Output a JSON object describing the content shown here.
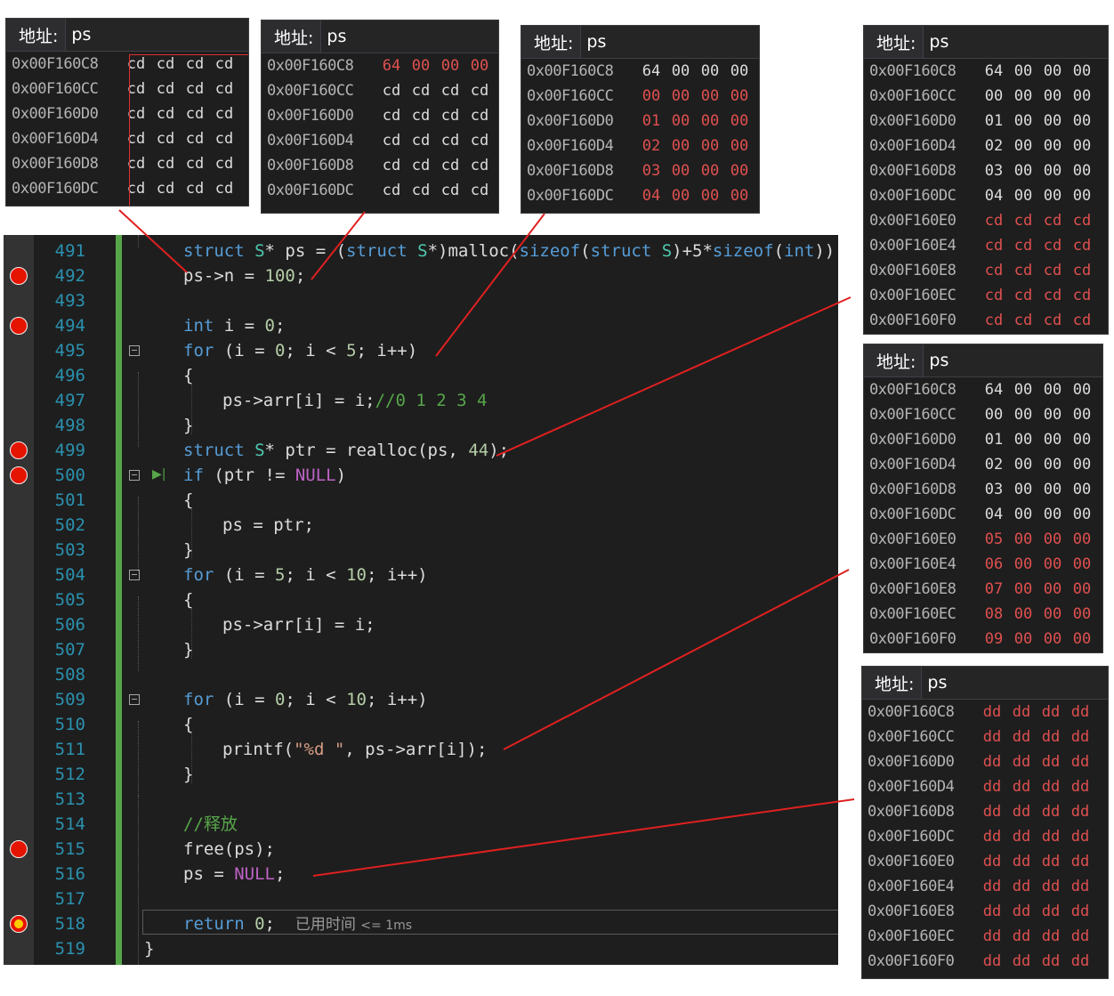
{
  "memory_label": "地址:",
  "memory_expr": "ps",
  "panels": {
    "p1": {
      "rows": [
        {
          "addr": "0x00F160C8",
          "b": [
            "cd",
            "cd",
            "cd",
            "cd"
          ]
        },
        {
          "addr": "0x00F160CC",
          "b": [
            "cd",
            "cd",
            "cd",
            "cd"
          ]
        },
        {
          "addr": "0x00F160D0",
          "b": [
            "cd",
            "cd",
            "cd",
            "cd"
          ]
        },
        {
          "addr": "0x00F160D4",
          "b": [
            "cd",
            "cd",
            "cd",
            "cd"
          ]
        },
        {
          "addr": "0x00F160D8",
          "b": [
            "cd",
            "cd",
            "cd",
            "cd"
          ]
        },
        {
          "addr": "0x00F160DC",
          "b": [
            "cd",
            "cd",
            "cd",
            "cd"
          ]
        }
      ]
    },
    "p2": {
      "rows": [
        {
          "addr": "0x00F160C8",
          "b": [
            "64",
            "00",
            "00",
            "00"
          ]
        },
        {
          "addr": "0x00F160CC",
          "b": [
            "cd",
            "cd",
            "cd",
            "cd"
          ]
        },
        {
          "addr": "0x00F160D0",
          "b": [
            "cd",
            "cd",
            "cd",
            "cd"
          ]
        },
        {
          "addr": "0x00F160D4",
          "b": [
            "cd",
            "cd",
            "cd",
            "cd"
          ]
        },
        {
          "addr": "0x00F160D8",
          "b": [
            "cd",
            "cd",
            "cd",
            "cd"
          ]
        },
        {
          "addr": "0x00F160DC",
          "b": [
            "cd",
            "cd",
            "cd",
            "cd"
          ]
        }
      ]
    },
    "p3": {
      "rows": [
        {
          "addr": "0x00F160C8",
          "b": [
            "64",
            "00",
            "00",
            "00"
          ]
        },
        {
          "addr": "0x00F160CC",
          "b": [
            "00",
            "00",
            "00",
            "00"
          ]
        },
        {
          "addr": "0x00F160D0",
          "b": [
            "01",
            "00",
            "00",
            "00"
          ]
        },
        {
          "addr": "0x00F160D4",
          "b": [
            "02",
            "00",
            "00",
            "00"
          ]
        },
        {
          "addr": "0x00F160D8",
          "b": [
            "03",
            "00",
            "00",
            "00"
          ]
        },
        {
          "addr": "0x00F160DC",
          "b": [
            "04",
            "00",
            "00",
            "00"
          ]
        }
      ]
    },
    "p4": {
      "rows": [
        {
          "addr": "0x00F160C8",
          "b": [
            "64",
            "00",
            "00",
            "00"
          ]
        },
        {
          "addr": "0x00F160CC",
          "b": [
            "00",
            "00",
            "00",
            "00"
          ]
        },
        {
          "addr": "0x00F160D0",
          "b": [
            "01",
            "00",
            "00",
            "00"
          ]
        },
        {
          "addr": "0x00F160D4",
          "b": [
            "02",
            "00",
            "00",
            "00"
          ]
        },
        {
          "addr": "0x00F160D8",
          "b": [
            "03",
            "00",
            "00",
            "00"
          ]
        },
        {
          "addr": "0x00F160DC",
          "b": [
            "04",
            "00",
            "00",
            "00"
          ]
        },
        {
          "addr": "0x00F160E0",
          "b": [
            "cd",
            "cd",
            "cd",
            "cd"
          ]
        },
        {
          "addr": "0x00F160E4",
          "b": [
            "cd",
            "cd",
            "cd",
            "cd"
          ]
        },
        {
          "addr": "0x00F160E8",
          "b": [
            "cd",
            "cd",
            "cd",
            "cd"
          ]
        },
        {
          "addr": "0x00F160EC",
          "b": [
            "cd",
            "cd",
            "cd",
            "cd"
          ]
        },
        {
          "addr": "0x00F160F0",
          "b": [
            "cd",
            "cd",
            "cd",
            "cd"
          ]
        }
      ]
    },
    "p5": {
      "rows": [
        {
          "addr": "0x00F160C8",
          "b": [
            "64",
            "00",
            "00",
            "00"
          ]
        },
        {
          "addr": "0x00F160CC",
          "b": [
            "00",
            "00",
            "00",
            "00"
          ]
        },
        {
          "addr": "0x00F160D0",
          "b": [
            "01",
            "00",
            "00",
            "00"
          ]
        },
        {
          "addr": "0x00F160D4",
          "b": [
            "02",
            "00",
            "00",
            "00"
          ]
        },
        {
          "addr": "0x00F160D8",
          "b": [
            "03",
            "00",
            "00",
            "00"
          ]
        },
        {
          "addr": "0x00F160DC",
          "b": [
            "04",
            "00",
            "00",
            "00"
          ]
        },
        {
          "addr": "0x00F160E0",
          "b": [
            "05",
            "00",
            "00",
            "00"
          ]
        },
        {
          "addr": "0x00F160E4",
          "b": [
            "06",
            "00",
            "00",
            "00"
          ]
        },
        {
          "addr": "0x00F160E8",
          "b": [
            "07",
            "00",
            "00",
            "00"
          ]
        },
        {
          "addr": "0x00F160EC",
          "b": [
            "08",
            "00",
            "00",
            "00"
          ]
        },
        {
          "addr": "0x00F160F0",
          "b": [
            "09",
            "00",
            "00",
            "00"
          ]
        }
      ]
    },
    "p6": {
      "rows": [
        {
          "addr": "0x00F160C8",
          "b": [
            "dd",
            "dd",
            "dd",
            "dd"
          ]
        },
        {
          "addr": "0x00F160CC",
          "b": [
            "dd",
            "dd",
            "dd",
            "dd"
          ]
        },
        {
          "addr": "0x00F160D0",
          "b": [
            "dd",
            "dd",
            "dd",
            "dd"
          ]
        },
        {
          "addr": "0x00F160D4",
          "b": [
            "dd",
            "dd",
            "dd",
            "dd"
          ]
        },
        {
          "addr": "0x00F160D8",
          "b": [
            "dd",
            "dd",
            "dd",
            "dd"
          ]
        },
        {
          "addr": "0x00F160DC",
          "b": [
            "dd",
            "dd",
            "dd",
            "dd"
          ]
        },
        {
          "addr": "0x00F160E0",
          "b": [
            "dd",
            "dd",
            "dd",
            "dd"
          ]
        },
        {
          "addr": "0x00F160E4",
          "b": [
            "dd",
            "dd",
            "dd",
            "dd"
          ]
        },
        {
          "addr": "0x00F160E8",
          "b": [
            "dd",
            "dd",
            "dd",
            "dd"
          ]
        },
        {
          "addr": "0x00F160EC",
          "b": [
            "dd",
            "dd",
            "dd",
            "dd"
          ]
        },
        {
          "addr": "0x00F160F0",
          "b": [
            "dd",
            "dd",
            "dd",
            "dd"
          ]
        }
      ]
    }
  },
  "code": {
    "l491": {
      "n": "491",
      "t1": "struct ",
      "t2": "S",
      "t3": "* ps = (",
      "t4": "struct ",
      "t5": "S",
      "t6": "*)malloc(",
      "t7": "sizeof",
      "t8": "(",
      "t9": "struct ",
      "t10": "S",
      "t11": ")+5*",
      "t12": "sizeof",
      "t13": "(",
      "t14": "int",
      "t15": "));"
    },
    "l492": {
      "n": "492",
      "t1": "ps->n = ",
      "t2": "100",
      "t3": ";"
    },
    "l493": {
      "n": "493"
    },
    "l494": {
      "n": "494",
      "t1": "int ",
      "t2": "i = ",
      "t3": "0",
      "t4": ";"
    },
    "l495": {
      "n": "495",
      "t1": "for ",
      "t2": "(i = ",
      "t3": "0",
      "t4": "; i < ",
      "t5": "5",
      "t6": "; i++)"
    },
    "l496": {
      "n": "496",
      "t1": "{"
    },
    "l497": {
      "n": "497",
      "t1": "ps->arr[i] = i;",
      "t2": "//0 1 2 3 4"
    },
    "l498": {
      "n": "498",
      "t1": "}"
    },
    "l499": {
      "n": "499",
      "t1": "struct ",
      "t2": "S",
      "t3": "* ptr = realloc(ps, ",
      "t4": "44",
      "t5": ");"
    },
    "l500": {
      "n": "500",
      "t1": "if ",
      "t2": "(ptr != ",
      "t3": "NULL",
      "t4": ")"
    },
    "l501": {
      "n": "501",
      "t1": "{"
    },
    "l502": {
      "n": "502",
      "t1": "ps = ptr;"
    },
    "l503": {
      "n": "503",
      "t1": "}"
    },
    "l504": {
      "n": "504",
      "t1": "for ",
      "t2": "(i = ",
      "t3": "5",
      "t4": "; i < ",
      "t5": "10",
      "t6": "; i++)"
    },
    "l505": {
      "n": "505",
      "t1": "{"
    },
    "l506": {
      "n": "506",
      "t1": "ps->arr[i] = i;"
    },
    "l507": {
      "n": "507",
      "t1": "}"
    },
    "l508": {
      "n": "508"
    },
    "l509": {
      "n": "509",
      "t1": "for ",
      "t2": "(i = ",
      "t3": "0",
      "t4": "; i < ",
      "t5": "10",
      "t6": "; i++)"
    },
    "l510": {
      "n": "510",
      "t1": "{"
    },
    "l511": {
      "n": "511",
      "t1": "printf(",
      "t2": "\"%d \"",
      "t3": ", ps->arr[i]);"
    },
    "l512": {
      "n": "512",
      "t1": "}"
    },
    "l513": {
      "n": "513"
    },
    "l514": {
      "n": "514",
      "t1": "//释放"
    },
    "l515": {
      "n": "515",
      "t1": "free(ps);"
    },
    "l516": {
      "n": "516",
      "t1": "ps = ",
      "t2": "NULL",
      "t3": ";"
    },
    "l517": {
      "n": "517"
    },
    "l518": {
      "n": "518",
      "t1": "return ",
      "t2": "0",
      "t3": ";",
      "t4": "已用时间 ",
      "t5": "<= 1ms"
    },
    "l519": {
      "n": "519",
      "t1": "}"
    }
  },
  "colors": {
    "editor_bg": "#1e1e1e",
    "keyword": "#569cd6",
    "type": "#4ec9b0",
    "macro": "#bd63c5",
    "number": "#b5cea8",
    "comment": "#57a64a",
    "string": "#d69d85",
    "changed_byte": "#e05050",
    "breakpoint": "#e51400",
    "annotation_line": "#e02020"
  }
}
